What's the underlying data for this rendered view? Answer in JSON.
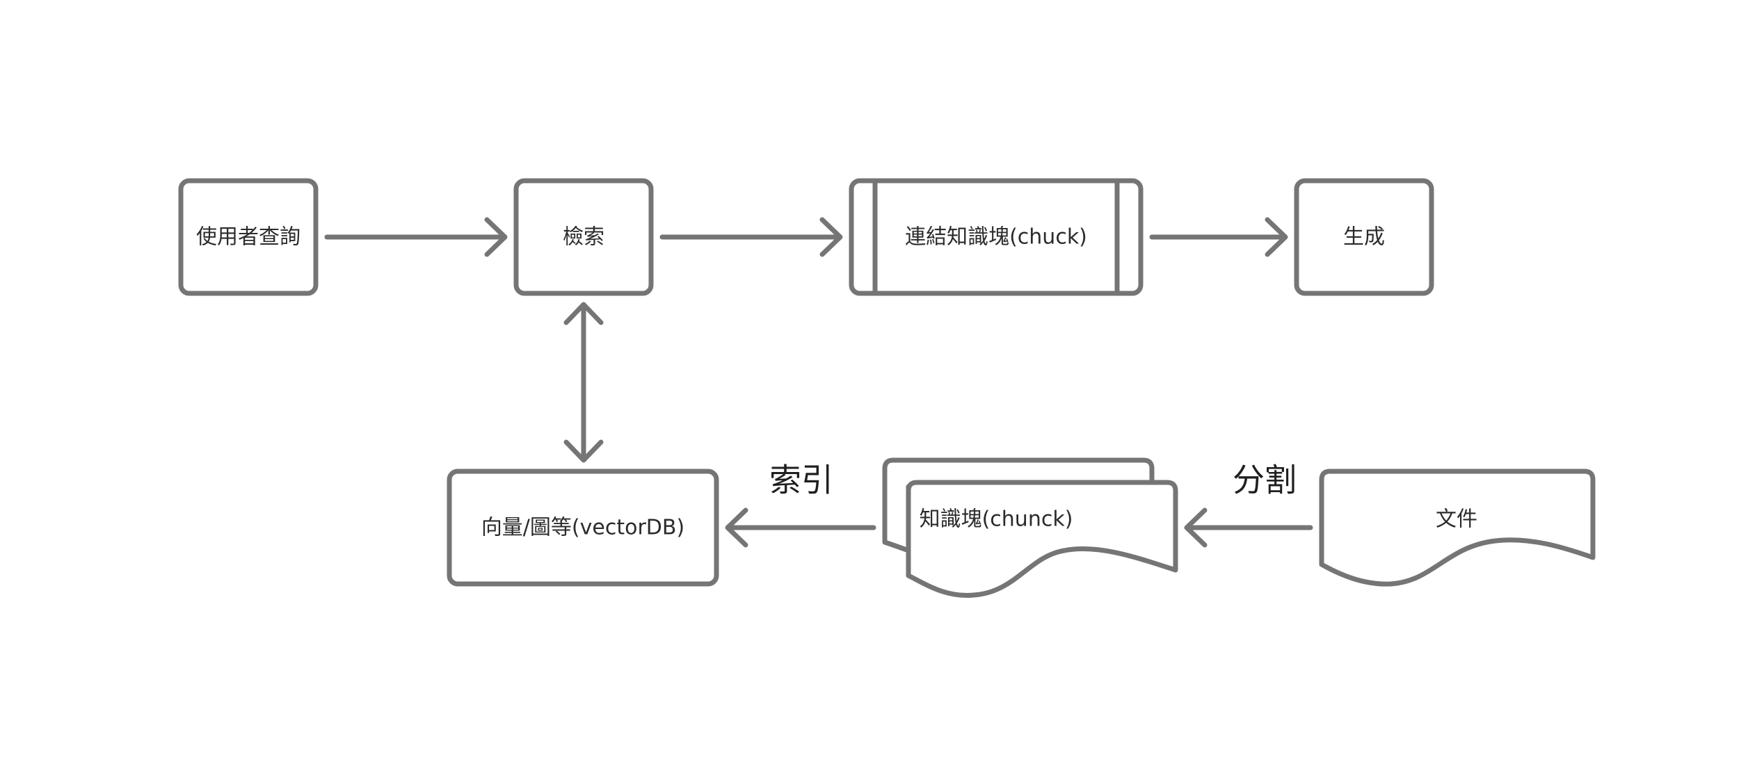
{
  "nodes": {
    "query": "使用者查詢",
    "retrieve": "檢索",
    "concat": "連結知識塊(chuck)",
    "generate": "生成",
    "vectordb": "向量/圖等(vectorDB)",
    "chunks": "知識塊(chunck)",
    "document": "文件"
  },
  "edges": {
    "index": "索引",
    "split": "分割"
  },
  "colors": {
    "stroke": "#757575",
    "text": "#2b2b2b",
    "background": "#ffffff"
  }
}
